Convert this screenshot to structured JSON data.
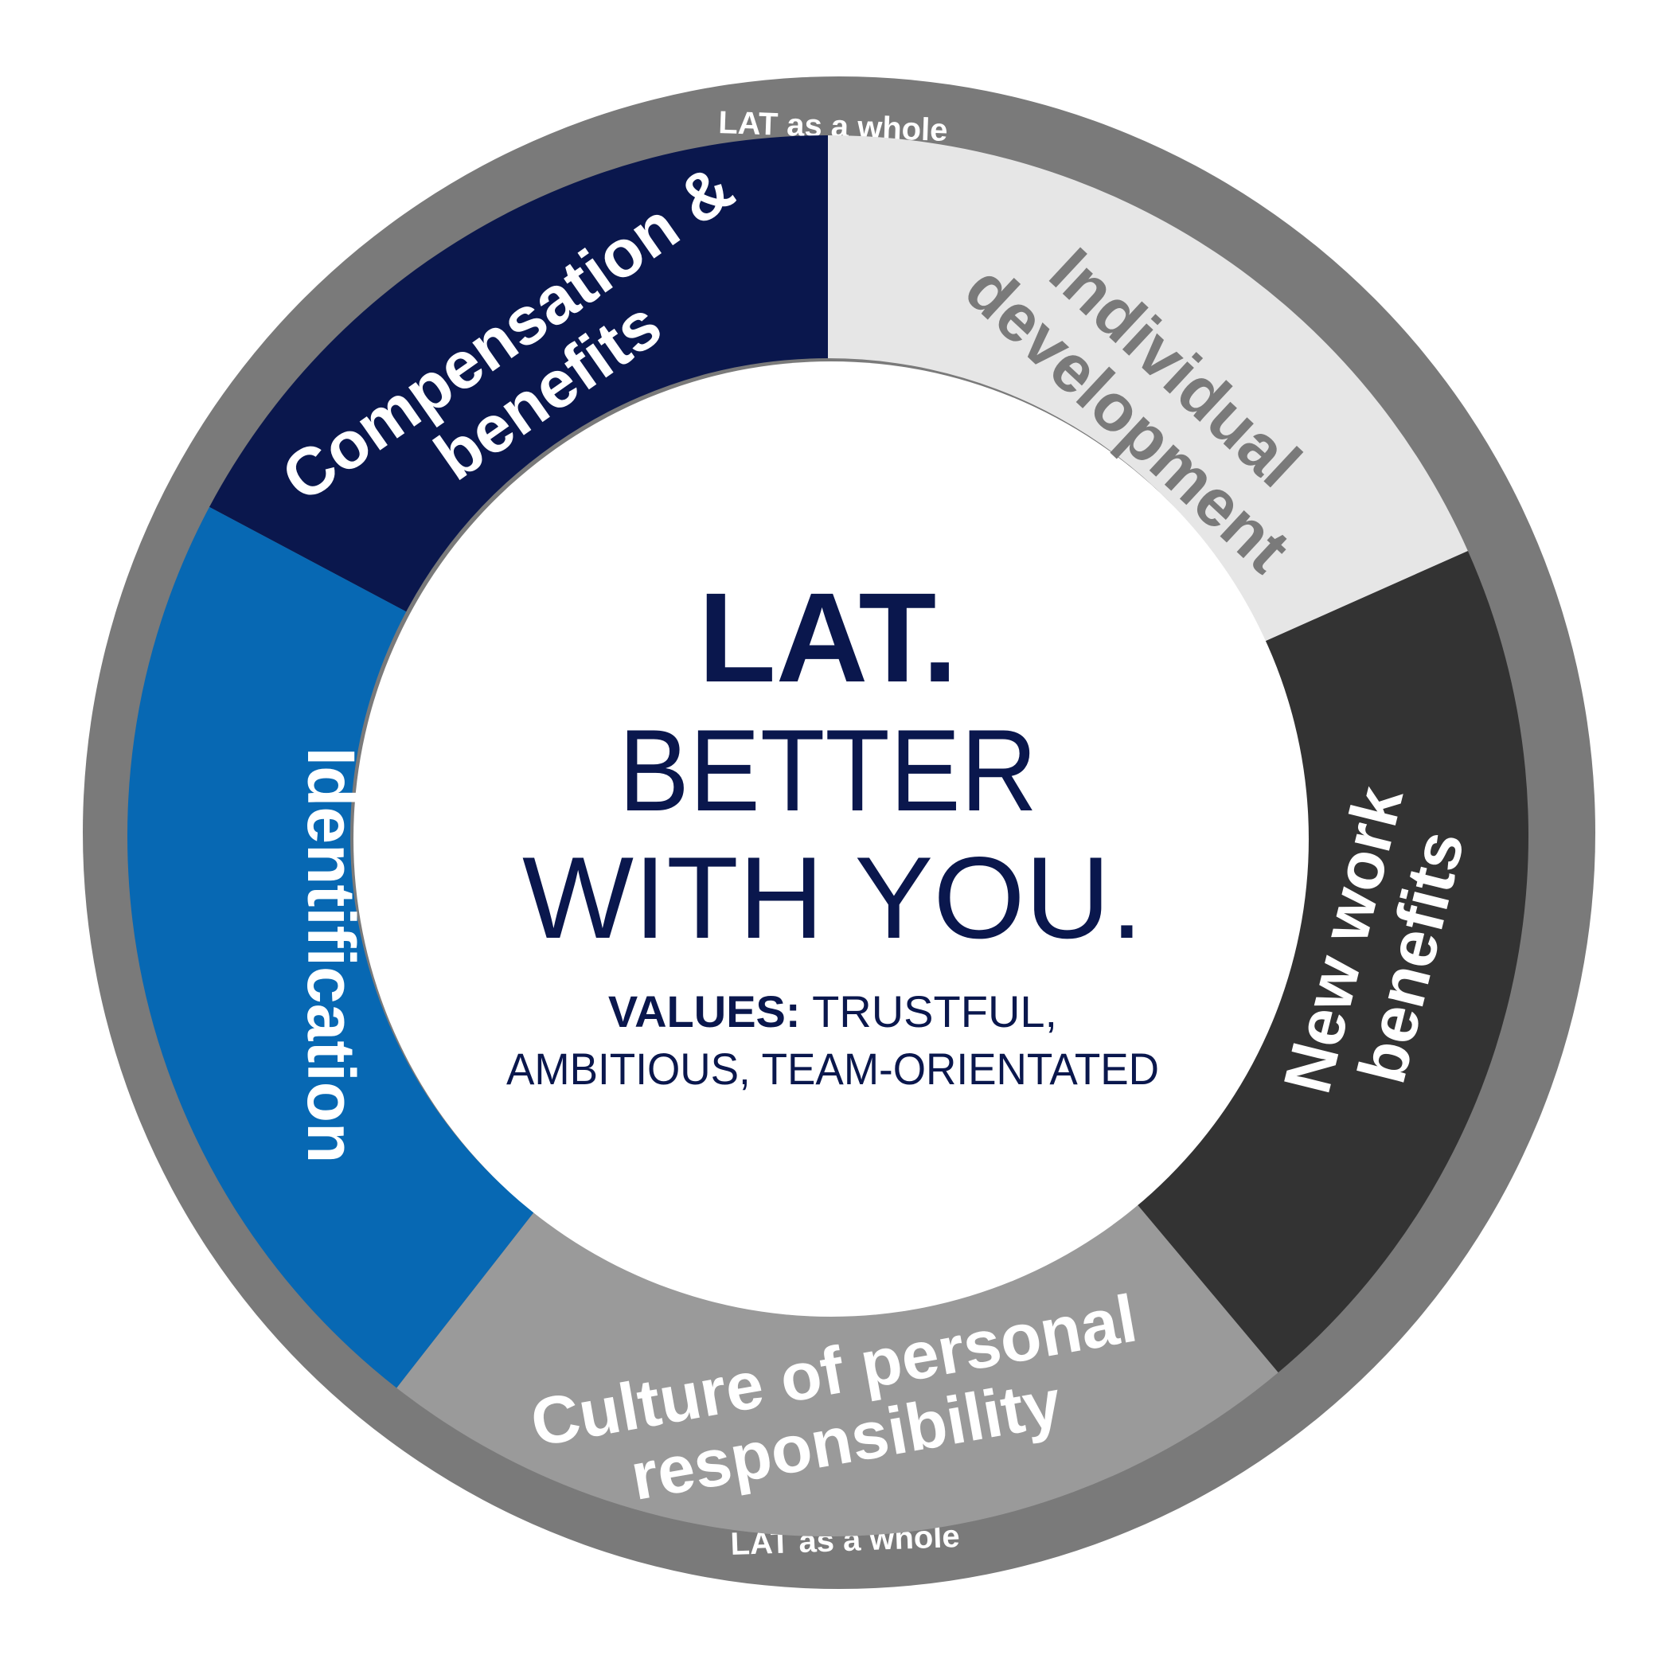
{
  "ring": {
    "label_top": "LAT as a whole",
    "label_bottom": "LAT as a whole"
  },
  "segments": [
    {
      "id": "compensation",
      "lines": [
        "Compensation &",
        "benefits"
      ],
      "color": "#0a174d",
      "text_color": "#ffffff"
    },
    {
      "id": "individual",
      "lines": [
        "Individual",
        "development"
      ],
      "color": "#e6e6e6",
      "text_color": "#7a7a7a"
    },
    {
      "id": "newwork",
      "lines": [
        "New work",
        "benefits"
      ],
      "color": "#333333",
      "text_color": "#ffffff"
    },
    {
      "id": "culture",
      "lines": [
        "Culture of personal",
        "responsibility"
      ],
      "color": "#9a9a9a",
      "text_color": "#ffffff"
    },
    {
      "id": "identification",
      "lines": [
        "Identification"
      ],
      "color": "#0768b3",
      "text_color": "#ffffff"
    }
  ],
  "center": {
    "brand": "LAT.",
    "tagline_1": "BETTER",
    "tagline_2": "WITH YOU.",
    "values_label": "VALUES:",
    "values_rest_1": " TRUSTFUL,",
    "values_line_2": "AMBITIOUS, TEAM-ORIENTATED"
  },
  "colors": {
    "outer_ring": "#7a7a7a",
    "navy": "#0a174d",
    "background": "#ffffff"
  }
}
